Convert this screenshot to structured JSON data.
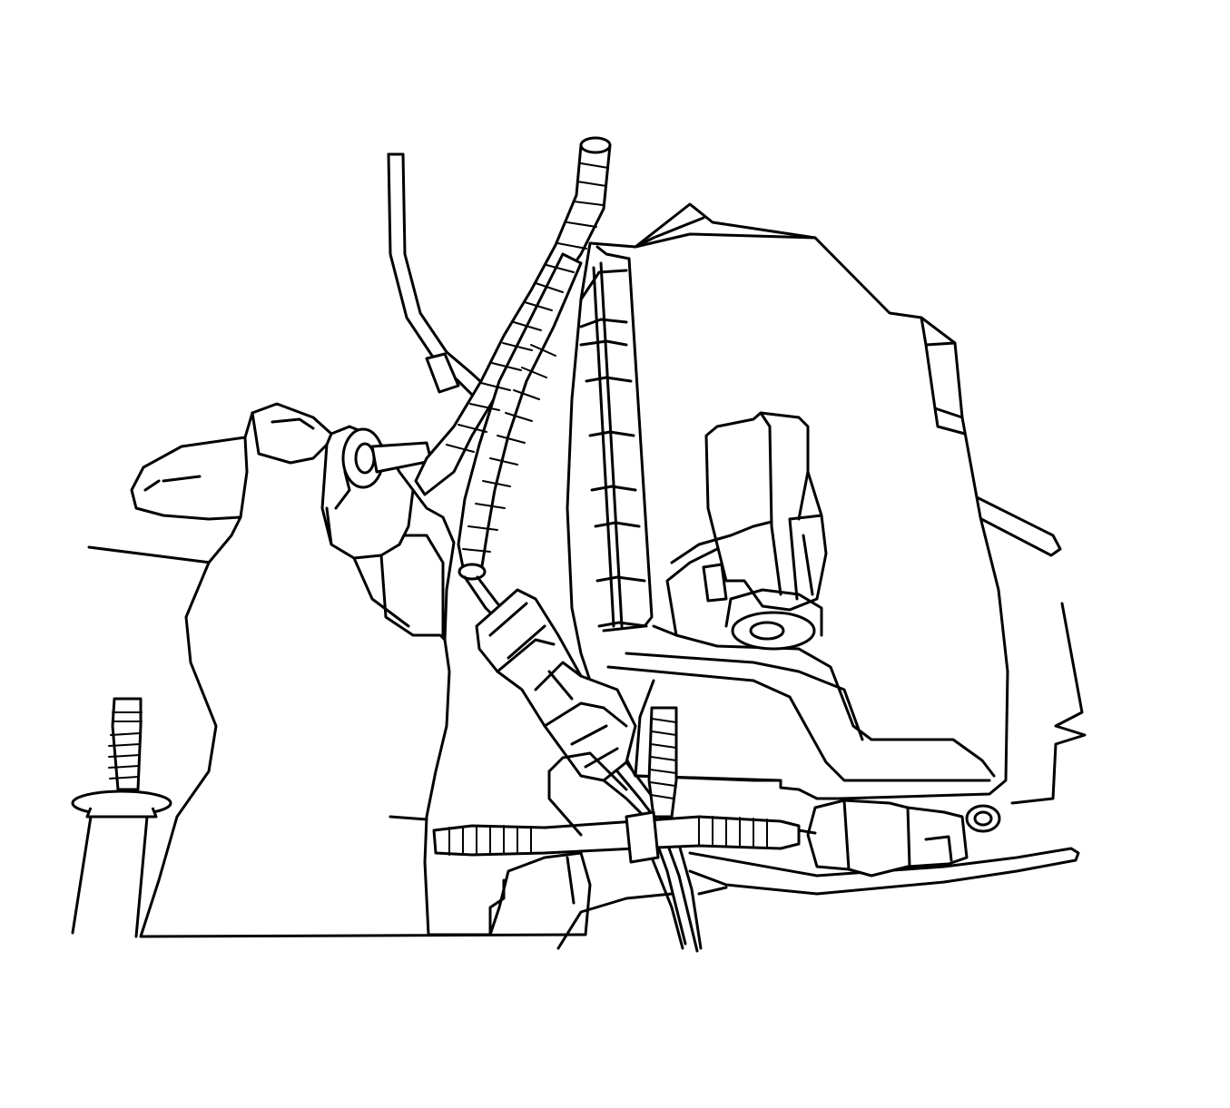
{
  "figure": {
    "background_color": "#ffffff",
    "line_color": "#000000",
    "parts": [
      "stud-bolt",
      "hand",
      "wiring-harness-conduit",
      "wire",
      "electrical-connector",
      "module-housing",
      "bracket",
      "lower-harness",
      "lower-connector"
    ]
  }
}
